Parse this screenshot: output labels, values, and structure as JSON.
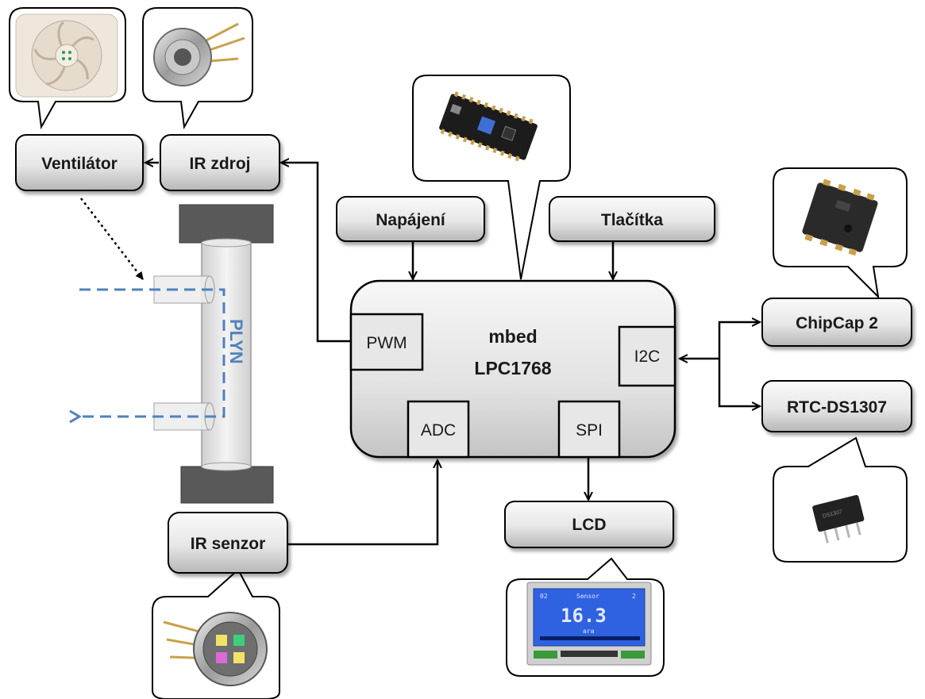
{
  "blocks": {
    "fan": "Ventilátor",
    "ir_source": "IR zdroj",
    "power": "Napájení",
    "buttons": "Tlačítka",
    "chipcap": "ChipCap 2",
    "rtc": "RTC-DS1307",
    "ir_sensor": "IR senzor",
    "lcd": "LCD"
  },
  "mcu": {
    "line1": "mbed",
    "line2": "LPC1768",
    "ports": {
      "pwm": "PWM",
      "i2c": "I2C",
      "adc": "ADC",
      "spi": "SPI"
    }
  },
  "gas_label": "PLYN",
  "lcd_screen": {
    "left": "02",
    "middle": "Sensor",
    "right": "2",
    "value": "16.3",
    "unit": "ara"
  },
  "colors": {
    "block_fill_top": "#f2f2f2",
    "block_fill_bottom": "#bfbfbf",
    "block_stroke": "#000000",
    "gas_path": "#4f81bd",
    "tube_caps": "#595959",
    "lcd_screen": "#2f62e0"
  }
}
